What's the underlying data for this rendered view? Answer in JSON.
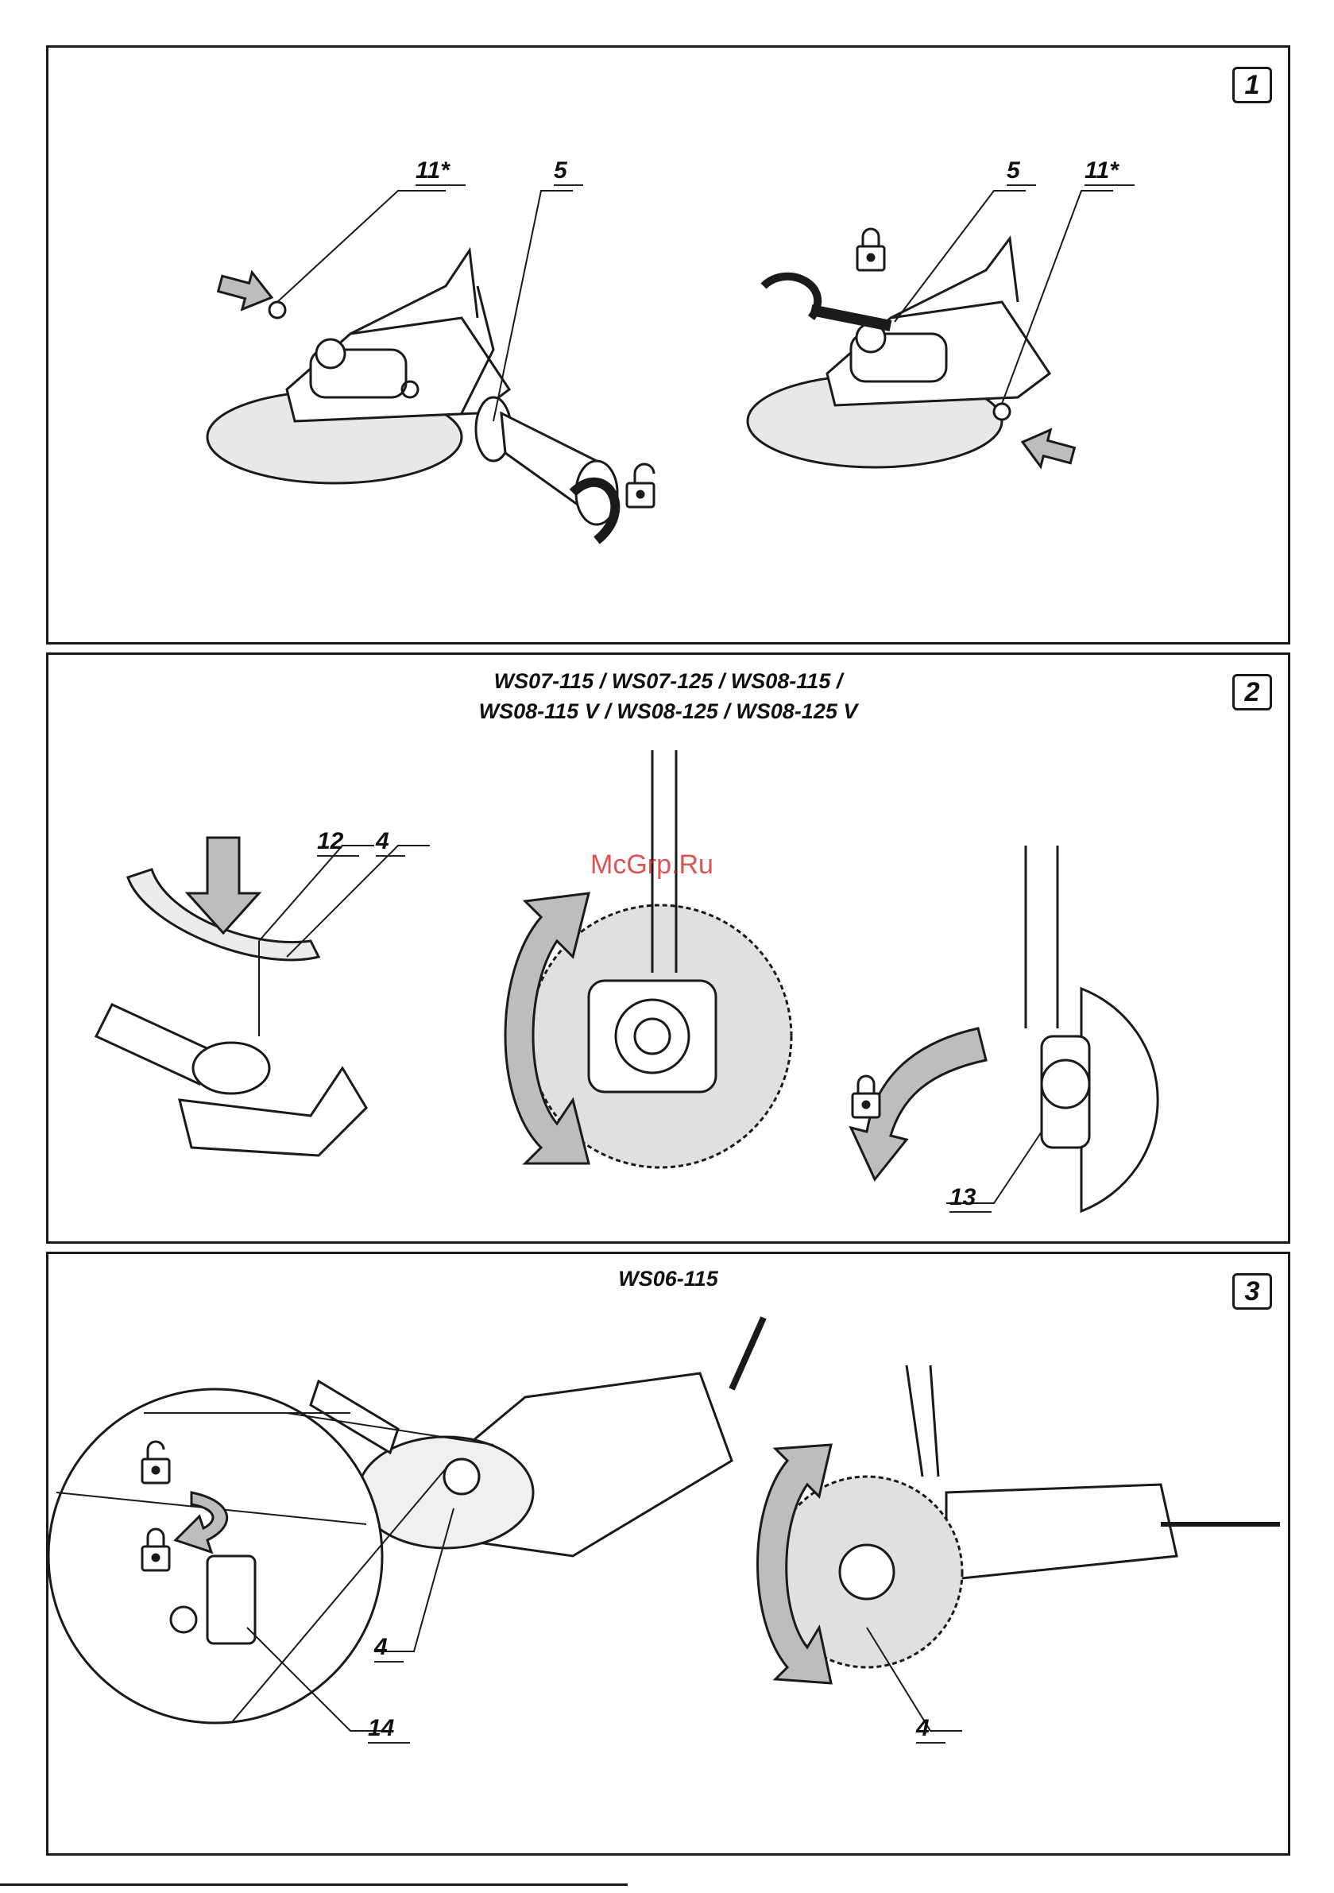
{
  "panels": [
    {
      "number": "1",
      "labels": {
        "screw_left": "11*",
        "handle_left": "5",
        "handle_right": "5",
        "screw_right": "11*"
      }
    },
    {
      "number": "2",
      "models_line1": "WS07-115 / WS07-125 / WS08-115 /",
      "models_line2": "WS08-115 V / WS08-125 / WS08-125 V",
      "labels": {
        "lug": "12",
        "guard": "4",
        "lever": "13"
      }
    },
    {
      "number": "3",
      "models_line1": "WS06-115",
      "labels": {
        "guard_left": "4",
        "screw": "14",
        "guard_right": "4"
      }
    }
  ],
  "watermark": "McGrp.Ru",
  "icons": [
    "arrow-icon",
    "lock-icon",
    "unlock-icon",
    "rotate-arrow-icon"
  ],
  "colors": {
    "line": "#1a1a1a",
    "shade": "#d9d9d9",
    "watermark": "#d62a2a"
  }
}
